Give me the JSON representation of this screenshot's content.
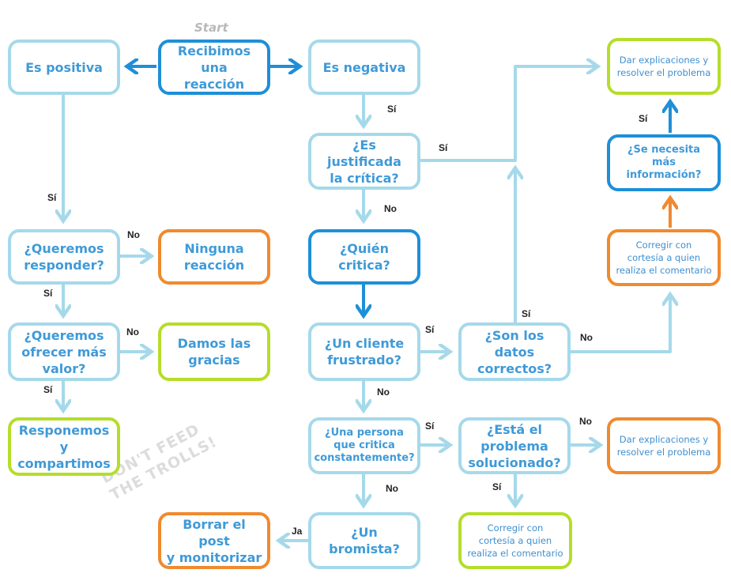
{
  "start_label": "Start",
  "watermark": {
    "line1": "DON'T FEED",
    "line2": "THE TROLLS!"
  },
  "colors": {
    "light_blue": "#a5d9ea",
    "blue": "#1e8fd8",
    "orange": "#f08a2e",
    "green": "#b5dd2a",
    "text_blue": "#3f9ad8"
  },
  "nodes": {
    "recibimos": "Recibimos una\nreacción",
    "es_positiva": "Es positiva",
    "es_negativa": "Es negativa",
    "justificada": "¿Es justificada\nla crítica?",
    "quien_critica": "¿Quién critica?",
    "cliente_frustrado": "¿Un cliente\nfrustrado?",
    "datos_correctos": "¿Son los datos\ncorrectos?",
    "persona_critica": "¿Una persona\nque critica\nconstantemente?",
    "problema_solucionado": "¿Está el\nproblema\nsolucionado?",
    "bromista": "¿Un bromista?",
    "borrar_post": "Borrar el post\ny monitorizar",
    "queremos_responder": "¿Queremos\nresponder?",
    "ninguna_reaccion": "Ninguna\nreacción",
    "ofrecer_valor": "¿Queremos\nofrecer más\nvalor?",
    "damos_gracias": "Damos las\ngracias",
    "respondemos": "Responemos y\ncompartimos",
    "dar_explicaciones_top": "Dar explicaciones y\nresolver el problema",
    "se_necesita_info": "¿Se necesita\nmás información?",
    "corregir_right": "Corregir con\ncortesía a quien\nrealiza el comentario",
    "dar_explicaciones_bottom": "Dar explicaciones y\nresolver el problema",
    "corregir_bottom": "Corregir con\ncortesía a quien\nrealiza el comentario"
  },
  "edge_labels": {
    "negativa_si": "Sí",
    "justificada_si": "Sí",
    "justificada_no": "No",
    "positiva_si": "Sí",
    "responder_no": "No",
    "responder_si": "Sí",
    "valor_no": "No",
    "valor_si": "Sí",
    "cliente_si": "Sí",
    "cliente_no": "No",
    "datos_si": "Sí",
    "datos_no": "No",
    "info_si": "Sí",
    "persona_si": "Sí",
    "persona_no": "No",
    "solucionado_no": "No",
    "solucionado_si": "Sí",
    "bromista_ja": "Ja"
  }
}
